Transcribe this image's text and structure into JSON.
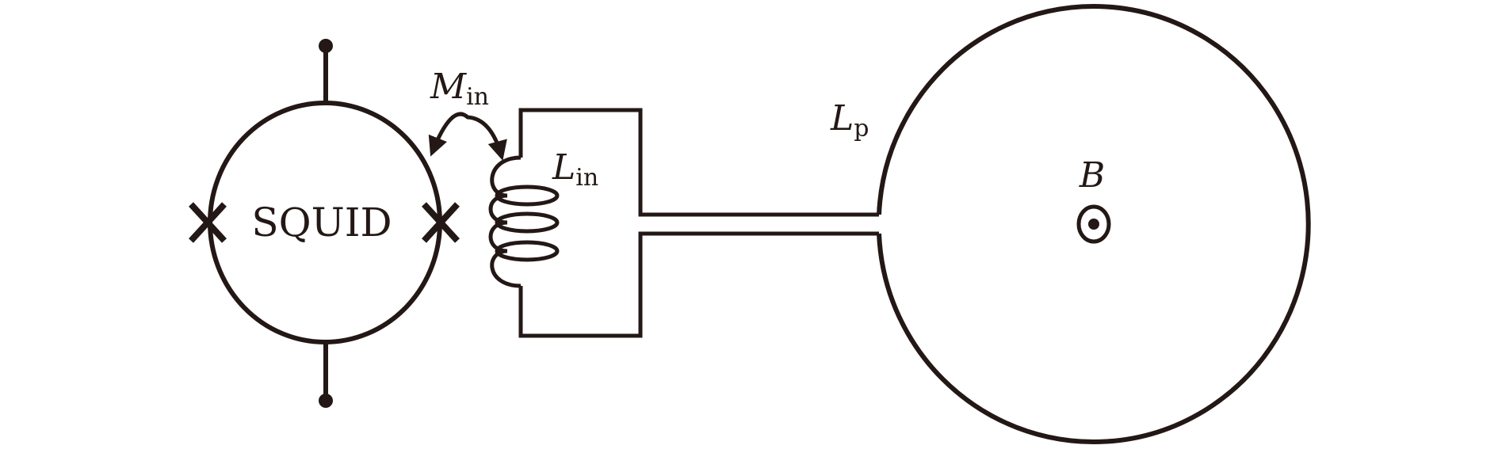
{
  "diagram": {
    "squid_label": "SQUID",
    "mutual_inductance": {
      "symbol": "M",
      "subscript": "in"
    },
    "input_coil": {
      "symbol": "L",
      "subscript": "in"
    },
    "pickup_loop": {
      "symbol": "L",
      "subscript": "p"
    },
    "field": {
      "symbol": "B",
      "direction": "out-of-page"
    },
    "colors": {
      "stroke": "#231815",
      "background": "#ffffff"
    }
  }
}
